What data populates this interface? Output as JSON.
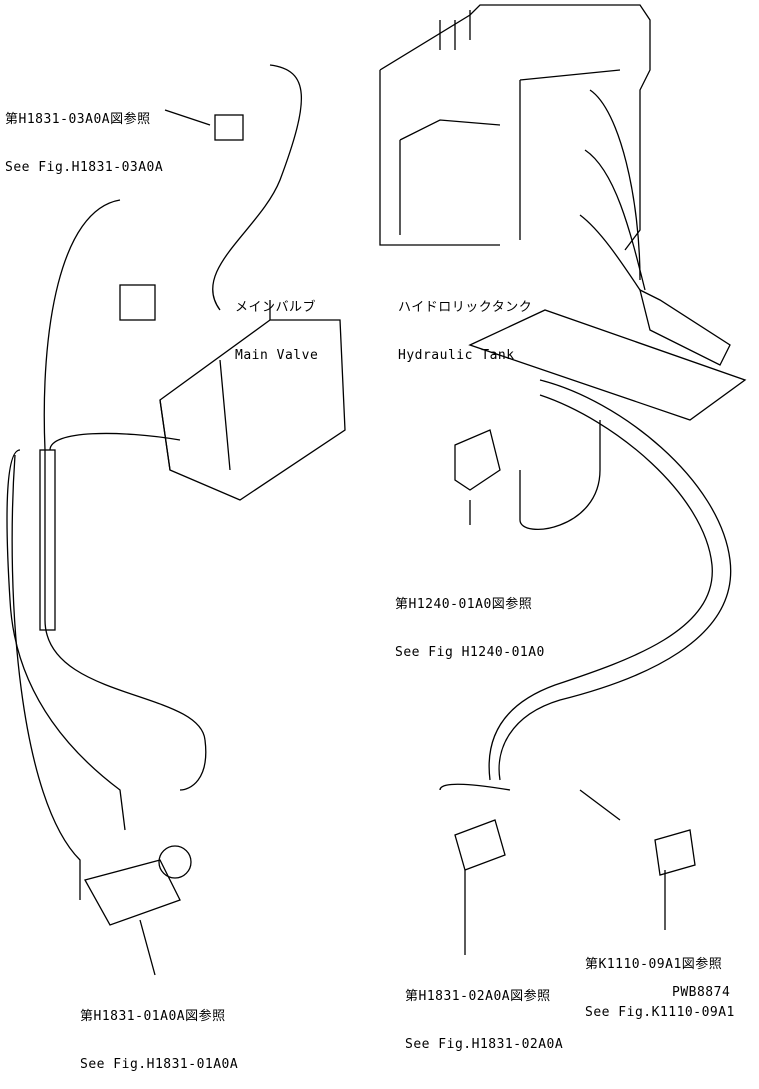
{
  "labels": {
    "ref_h1831_03a0a": {
      "jp": "第H1831-03A0A図参照",
      "en": "See Fig.H1831-03A0A"
    },
    "main_valve": {
      "jp": "メインバルブ",
      "en": "Main Valve"
    },
    "hydraulic_tank": {
      "jp": "ハイドロリックタンク",
      "en": "Hydraulic Tank"
    },
    "ref_h1240_01a0": {
      "jp": "第H1240-01A0図参照",
      "en": "See Fig H1240-01A0"
    },
    "ref_k1110_09a1": {
      "jp": "第K1110-09A1図参照",
      "en": "See Fig.K1110-09A1"
    },
    "ref_h1831_02a0a": {
      "jp": "第H1831-02A0A図参照",
      "en": "See Fig.H1831-02A0A"
    },
    "ref_h1831_01a0a": {
      "jp": "第H1831-01A0A図参照",
      "en": "See Fig.H1831-01A0A"
    }
  },
  "drawing_number": "PWB8874"
}
